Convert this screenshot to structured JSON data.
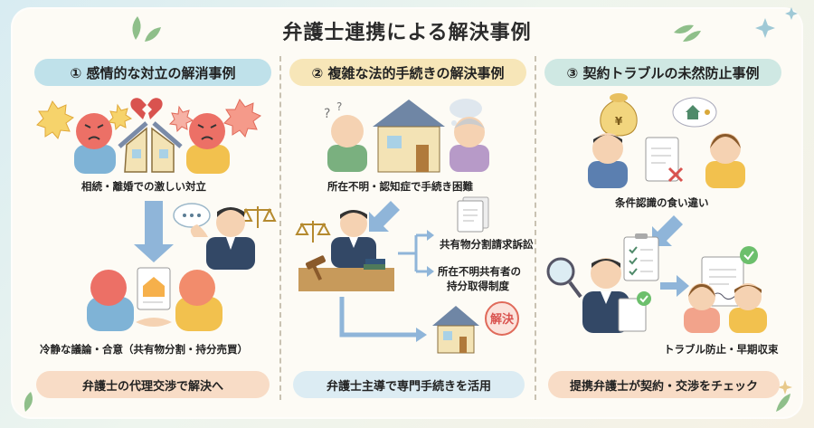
{
  "title": "弁護士連携による解決事例",
  "sections": [
    {
      "header": "① 感情的な対立の解消事例",
      "labels": [
        "相続・離婚での激しい対立",
        "冷静な議論・合意（共有物分割・持分売買）"
      ],
      "footer": "弁護士の代理交渉で解決へ"
    },
    {
      "header": "② 複雑な法的手続きの解決事例",
      "labels": [
        "所在不明・認知症で手続き困難",
        "共有物分割請求訴訟",
        "所在不明共有者の",
        "持分取得制度"
      ],
      "badge": "解決",
      "footer": "弁護士主導で専門手続きを活用"
    },
    {
      "header": "③ 契約トラブルの未然防止事例",
      "labels": [
        "条件認識の食い違い",
        "トラブル防止・早期収束"
      ],
      "coin": "¥",
      "footer": "提携弁護士が契約・交渉をチェック"
    }
  ]
}
